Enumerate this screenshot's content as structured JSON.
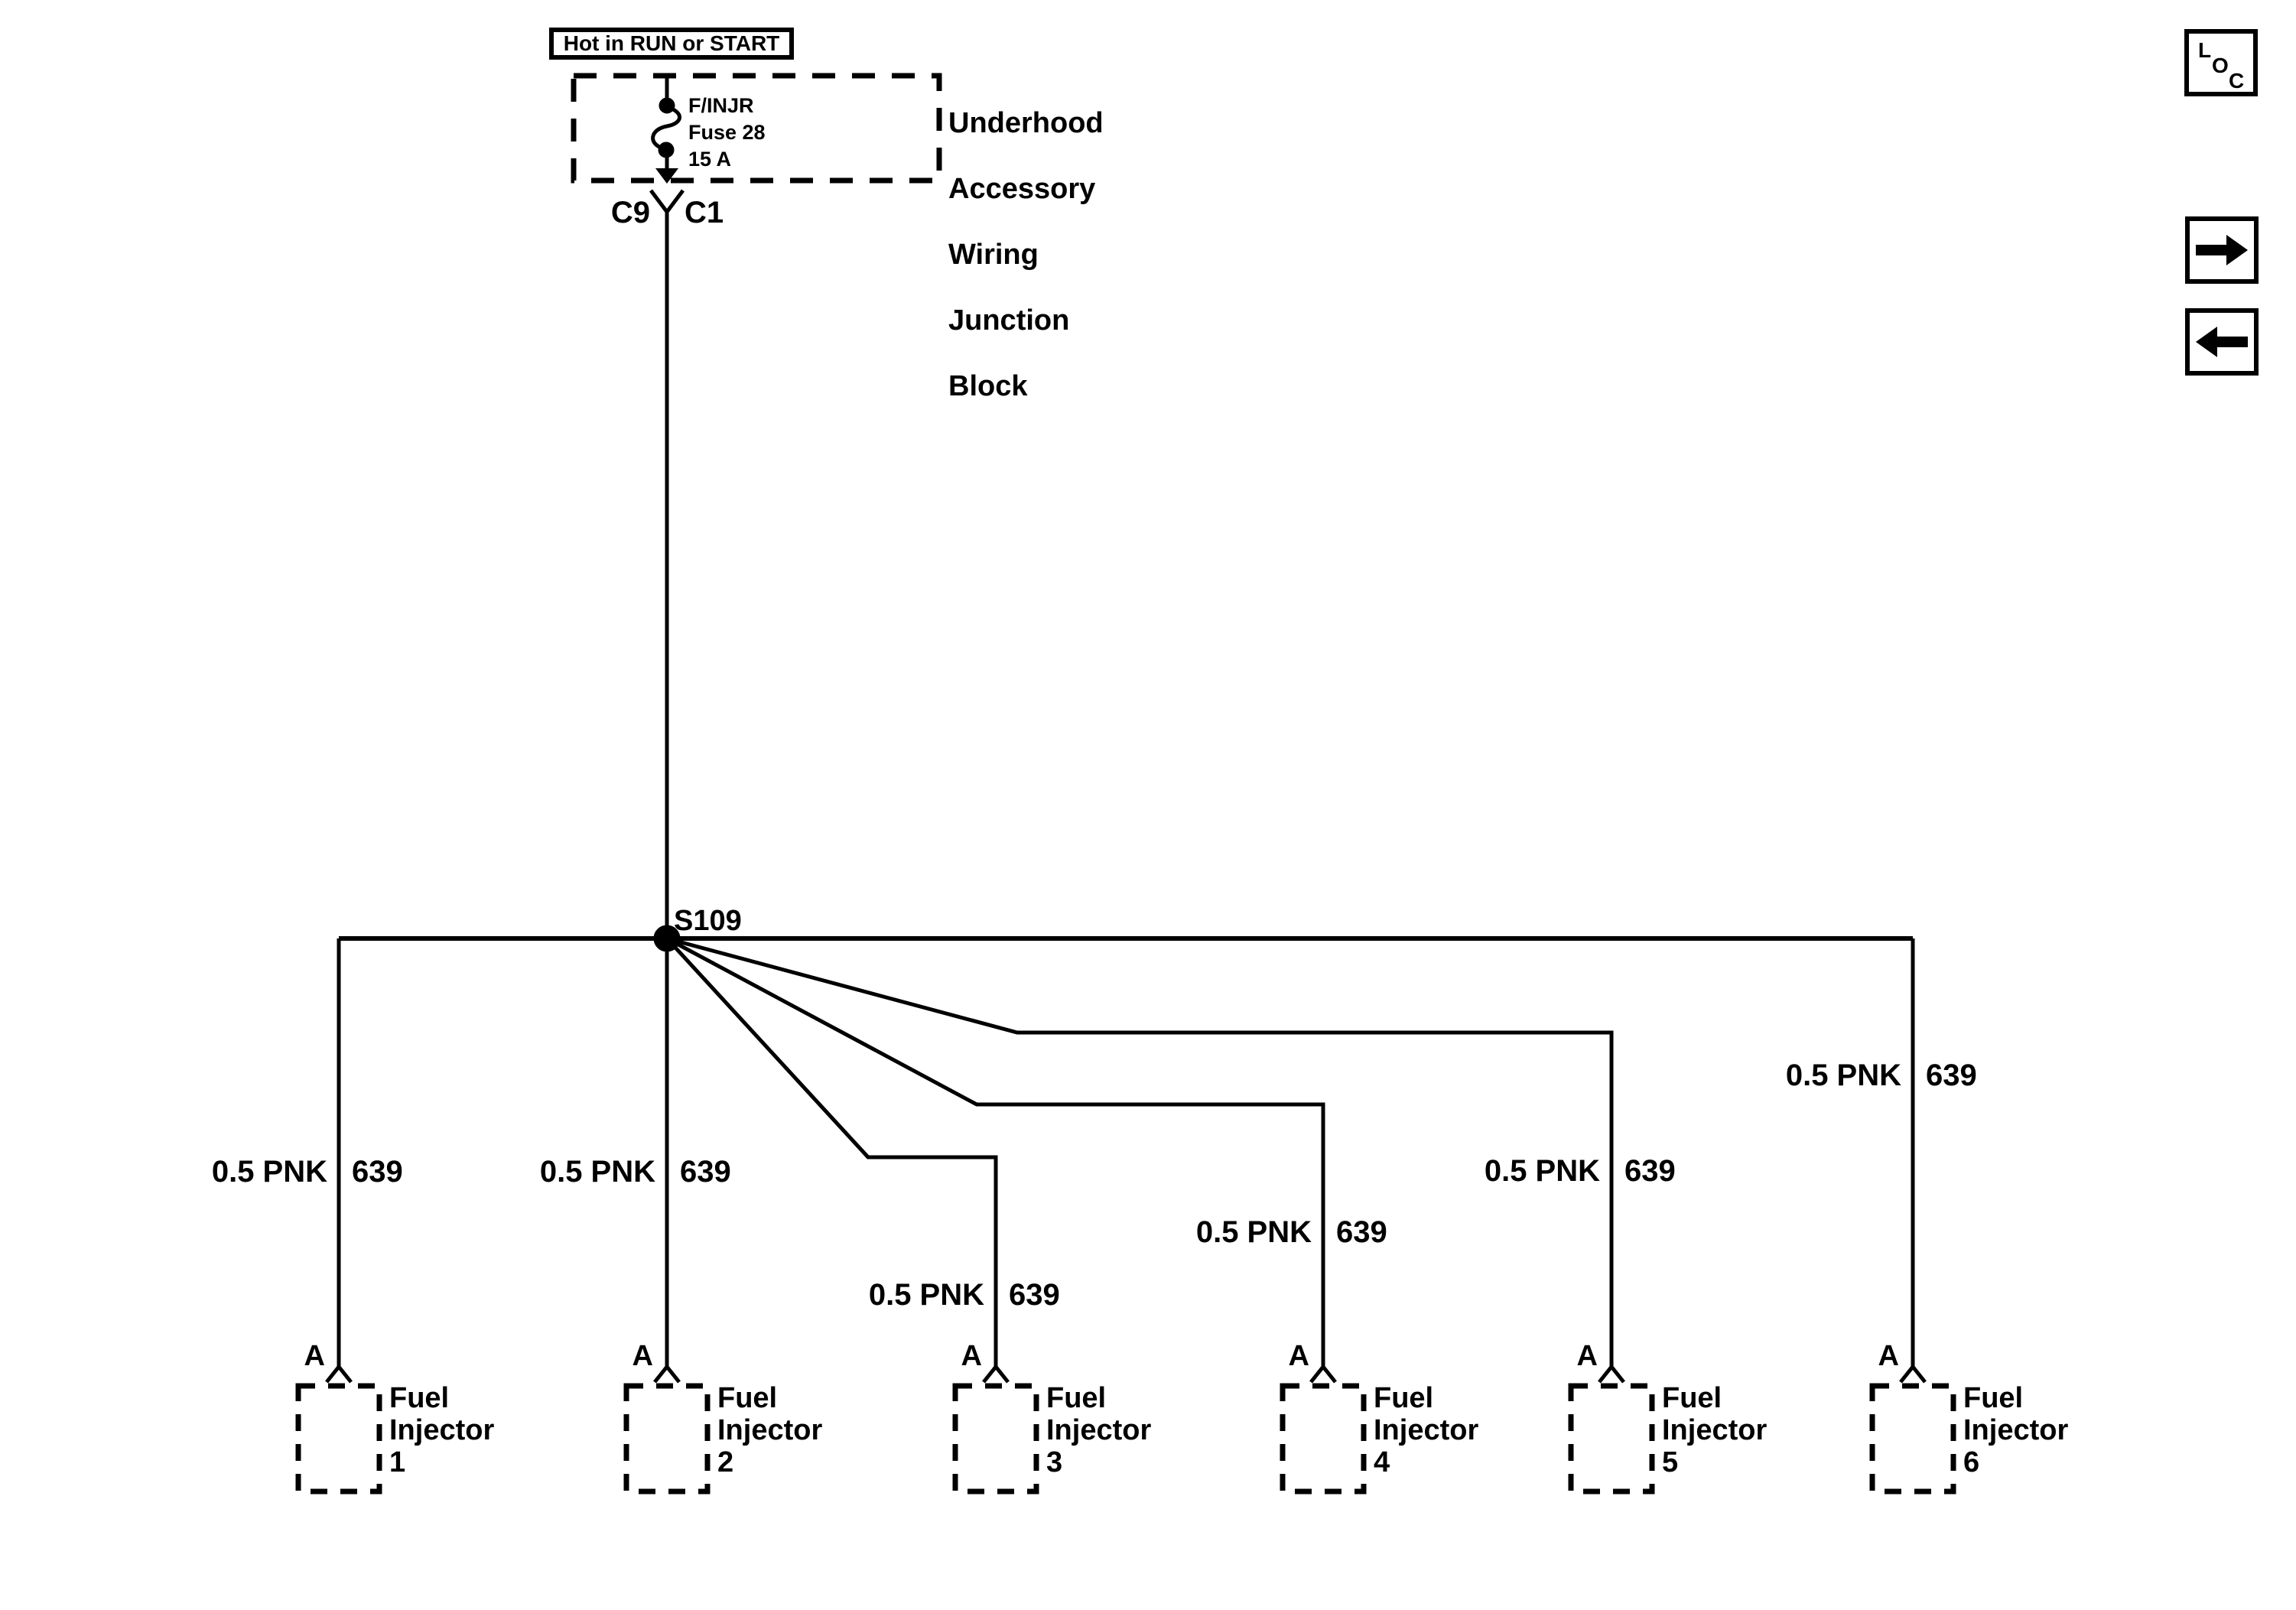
{
  "colors": {
    "ink": "#000000",
    "bg": "#ffffff"
  },
  "title_box": {
    "label": "Hot in RUN or START"
  },
  "junction_block": {
    "name_lines": [
      "Underhood",
      "Accessory",
      "Wiring",
      "Junction",
      "Block"
    ]
  },
  "fuse": {
    "id": "F/INJR",
    "name": "Fuse 28",
    "rating": "15 A"
  },
  "connector": {
    "left": "C9",
    "right": "C1"
  },
  "splice": {
    "id": "S109"
  },
  "wires": [
    {
      "size_color": "0.5 PNK",
      "circuit": "639"
    },
    {
      "size_color": "0.5 PNK",
      "circuit": "639"
    },
    {
      "size_color": "0.5 PNK",
      "circuit": "639"
    },
    {
      "size_color": "0.5 PNK",
      "circuit": "639"
    },
    {
      "size_color": "0.5 PNK",
      "circuit": "639"
    },
    {
      "size_color": "0.5 PNK",
      "circuit": "639"
    }
  ],
  "injectors": [
    {
      "pin": "A",
      "lines": [
        "Fuel",
        "Injector",
        "1"
      ]
    },
    {
      "pin": "A",
      "lines": [
        "Fuel",
        "Injector",
        "2"
      ]
    },
    {
      "pin": "A",
      "lines": [
        "Fuel",
        "Injector",
        "3"
      ]
    },
    {
      "pin": "A",
      "lines": [
        "Fuel",
        "Injector",
        "4"
      ]
    },
    {
      "pin": "A",
      "lines": [
        "Fuel",
        "Injector",
        "5"
      ]
    },
    {
      "pin": "A",
      "lines": [
        "Fuel",
        "Injector",
        "6"
      ]
    }
  ],
  "nav": {
    "loc_letters": [
      "L",
      "O",
      "C"
    ]
  }
}
